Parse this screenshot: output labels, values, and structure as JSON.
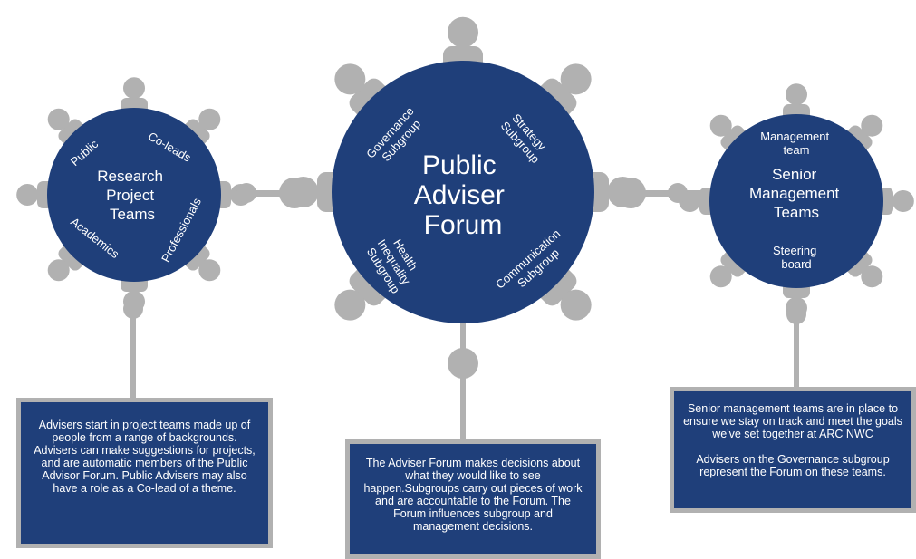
{
  "colors": {
    "navy": "#1f3f7a",
    "seat": "#b1b1b1",
    "text": "#ffffff",
    "background": "#ffffff"
  },
  "left_table": {
    "title": [
      "Research",
      "Project",
      "Teams"
    ],
    "labels": {
      "public": "Public",
      "coleads": "Co-leads",
      "academics": "Academics",
      "professionals": "Professionals"
    }
  },
  "center_table": {
    "title": [
      "Public",
      "Adviser",
      "Forum"
    ],
    "labels": {
      "governance": [
        "Governance",
        "Subgroup"
      ],
      "strategy": [
        "Strategy",
        "Subgroup"
      ],
      "health": [
        "Health",
        "Inequality",
        "Subgroup"
      ],
      "communication": [
        "Communication",
        "Subgroup"
      ]
    }
  },
  "right_table": {
    "title": [
      "Senior",
      "Management",
      "Teams"
    ],
    "labels": {
      "management": [
        "Management",
        "team"
      ],
      "steering": [
        "Steering",
        "board"
      ]
    }
  },
  "boxes": {
    "left": "Advisers start in project teams made up of people from a range of backgrounds. Advisers can make suggestions for projects, and are automatic members of the Public Advisor Forum. Public Advisers may also have a role as a Co-lead of a theme.",
    "middle": "The Adviser Forum makes decisions about what they would like to see happen.Subgroups carry out pieces of work and are accountable to the Forum. The Forum influences subgroup and management decisions.",
    "right": [
      "Senior management teams are in place to ensure we stay on track and meet the goals we've set together at ARC NWC",
      "Advisers on the Governance subgroup represent the Forum on these teams."
    ]
  }
}
